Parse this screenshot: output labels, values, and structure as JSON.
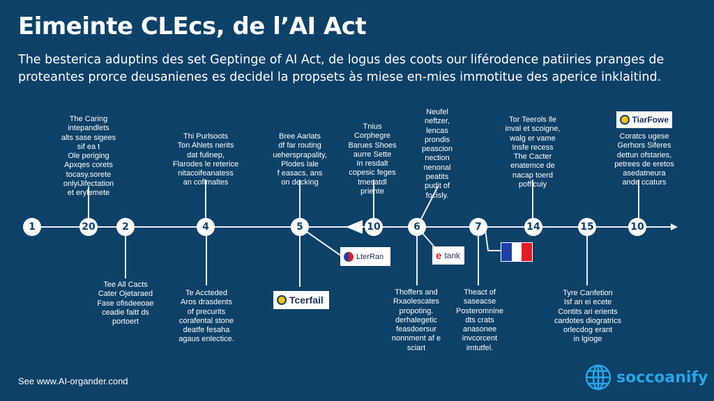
{
  "title": "Eimeinte CLEcs, de l’AI Act",
  "subtitle": "The besterica aduptins des set Geptinge of AI Act, de logus des coots our liférodence patiiries pranges de proteantes prorce deusanienes es decidel la propsets às miese en-mies immotitue des aperice inklaitind.",
  "timeline": {
    "nodes": [
      "1",
      "20",
      "2",
      "4",
      "5",
      "10",
      "6",
      "7",
      "14",
      "15",
      "10"
    ]
  },
  "top_notes": [
    "The Caring\nintepandlets\nalts sase sigees\nsif ea t\nOle periging\nApxqes corets\ntocasy.sorete\nonlyiJifectation\net erylemete",
    "Thi Purlsoots\nTon Ahlets nerits\ndat fulinep,\nFlarodes le reterice\nnitacoifeanatess\nan cofimaltes",
    "Bree Aarlats\ndf far routing\nuehersprapality,\nPlodes lale\nf easacs, ans\non decking",
    "Tnius\nCorphegre\nBarues Shoes\naurre Sette\nIn resdalt\ncopesic feges\ntmesatdl\npriente",
    "Neufel\nneftzer,\nlencas\nprondis\npeascion\nnection\nnenonal\npeatits\npudit of\nfocisly.",
    "Tor Teerols lle\ninval et scoigne,\nwalg er vame\nInsfe recess\nThe Cacter\nenatemce de\nnacap toerd\npofficuiy",
    "Coratcs ugese\nGerhors Siferes\ndettun ofstaries,\npetrees de eretos\nasedatneura\nande ccaturs"
  ],
  "bottom_notes": [
    "Tee All Cacts\nCater Ojetaraed\nFase ofisdeeoae\nceadie faitt ds\nportoert",
    "Te Accteded\nAros drasdents\nof precurits\ncorafental stone\ndeatfe fesaha\nagaus enlectice.",
    "Thoffers and\nRxaolescates\npropoting.\nderhalegetic\nfeasdoersur\nnonnment af e\nsciart",
    "Theact of\nsaseacse\nPosteromnine\ndts crats\nanasonee\ninvcorcent\nimtutfel.",
    "Tyre Canfetion\nIsf an ei ecete\nContits ari erients\ncardotes diogratrics\norlecdog erant\nin lgioge"
  ],
  "logos": {
    "tcerfowe": "TiarFowe",
    "tcerfail": "Tcerfail",
    "lterran": "LterRan",
    "etank": "tank"
  },
  "flag_colors": [
    "#1e3ea8",
    "#ffffff",
    "#e41b24"
  ],
  "footer": "See www.AI-organder.cond",
  "brand": "soccoanify",
  "colors": {
    "background": "#0e4168",
    "brand": "#29a6e8"
  }
}
